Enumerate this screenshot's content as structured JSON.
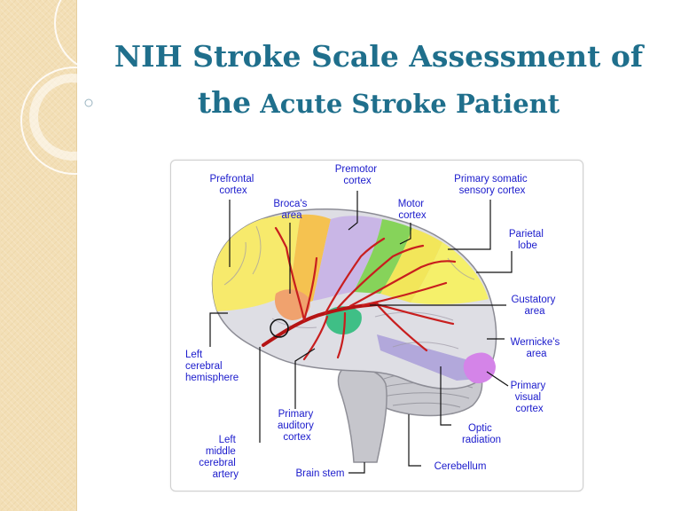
{
  "slide": {
    "title_line1": "NIH Stroke Scale Assessment of",
    "title_line2_a": "the",
    "title_line2_b": "Acute Stroke Patient"
  },
  "diagram": {
    "labels": {
      "prefrontal": [
        "Prefrontal",
        "cortex"
      ],
      "premotor": [
        "Premotor",
        "cortex"
      ],
      "somatic": [
        "Primary somatic",
        "sensory cortex"
      ],
      "brocas": [
        "Broca's",
        "area"
      ],
      "motor": [
        "Motor",
        "cortex"
      ],
      "parietal": [
        "Parietal",
        "lobe"
      ],
      "gustatory": [
        "Gustatory",
        "area"
      ],
      "left_hemisphere": [
        "Left",
        "cerebral",
        "hemisphere"
      ],
      "wernickes": [
        "Wernicke's",
        "area"
      ],
      "primary_visual": [
        "Primary",
        "visual",
        "cortex"
      ],
      "primary_auditory": [
        "Primary",
        "auditory",
        "cortex"
      ],
      "optic": [
        "Optic",
        "radiation"
      ],
      "left_mca": [
        "Left",
        "middle",
        "cerebral",
        "artery"
      ],
      "brain_stem": [
        "Brain stem"
      ],
      "cerebellum": [
        "Cerebellum"
      ]
    }
  }
}
